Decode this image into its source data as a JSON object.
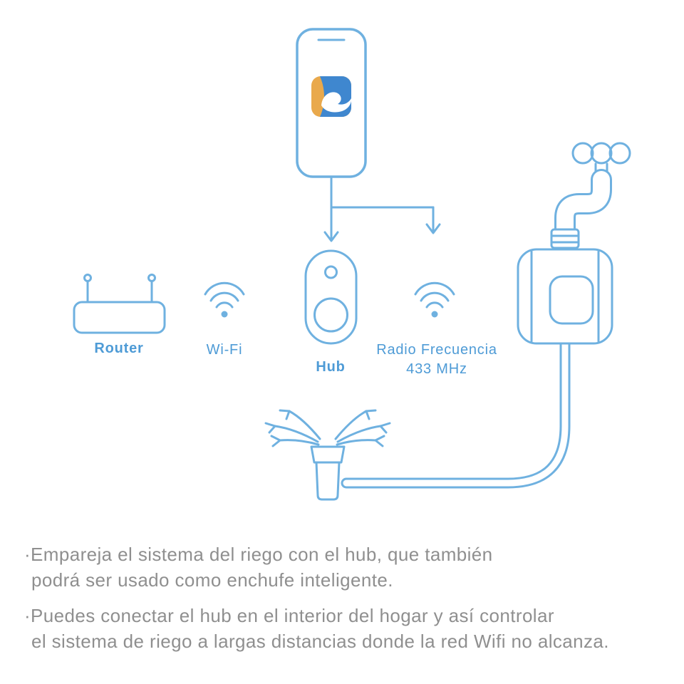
{
  "diagram": {
    "labels": {
      "router": "Router",
      "wifi": "Wi-Fi",
      "hub": "Hub",
      "rf_line1": "Radio Frecuencia",
      "rf_line2": "433 MHz"
    },
    "colors": {
      "stroke_blue": "#6fb1e0",
      "accent_blue": "#4e9bd6",
      "text_gray": "#8f8f8f",
      "app_icon_blue": "#3f87cf",
      "app_icon_orange": "#e9a94c",
      "app_icon_bird": "#ffffff"
    },
    "icons": {
      "phone": "smartphone-icon",
      "app": "irrigation-app-icon",
      "router": "router-icon",
      "wifi": "wifi-signal-icon",
      "hub": "hub-device-icon",
      "rf": "rf-signal-icon",
      "faucet": "faucet-icon",
      "valve": "valve-timer-icon",
      "hose": "garden-hose",
      "sprinkler": "sprinkler-icon",
      "spray": "water-spray-icon"
    }
  },
  "paragraphs": [
    {
      "lines": [
        "·Empareja el sistema del riego con el hub, que también",
        "podrá ser usado como enchufe inteligente."
      ]
    },
    {
      "lines": [
        "·Puedes conectar el hub en el interior del hogar y así controlar",
        "el sistema de riego a largas distancias donde la red Wifi no alcanza."
      ]
    }
  ]
}
